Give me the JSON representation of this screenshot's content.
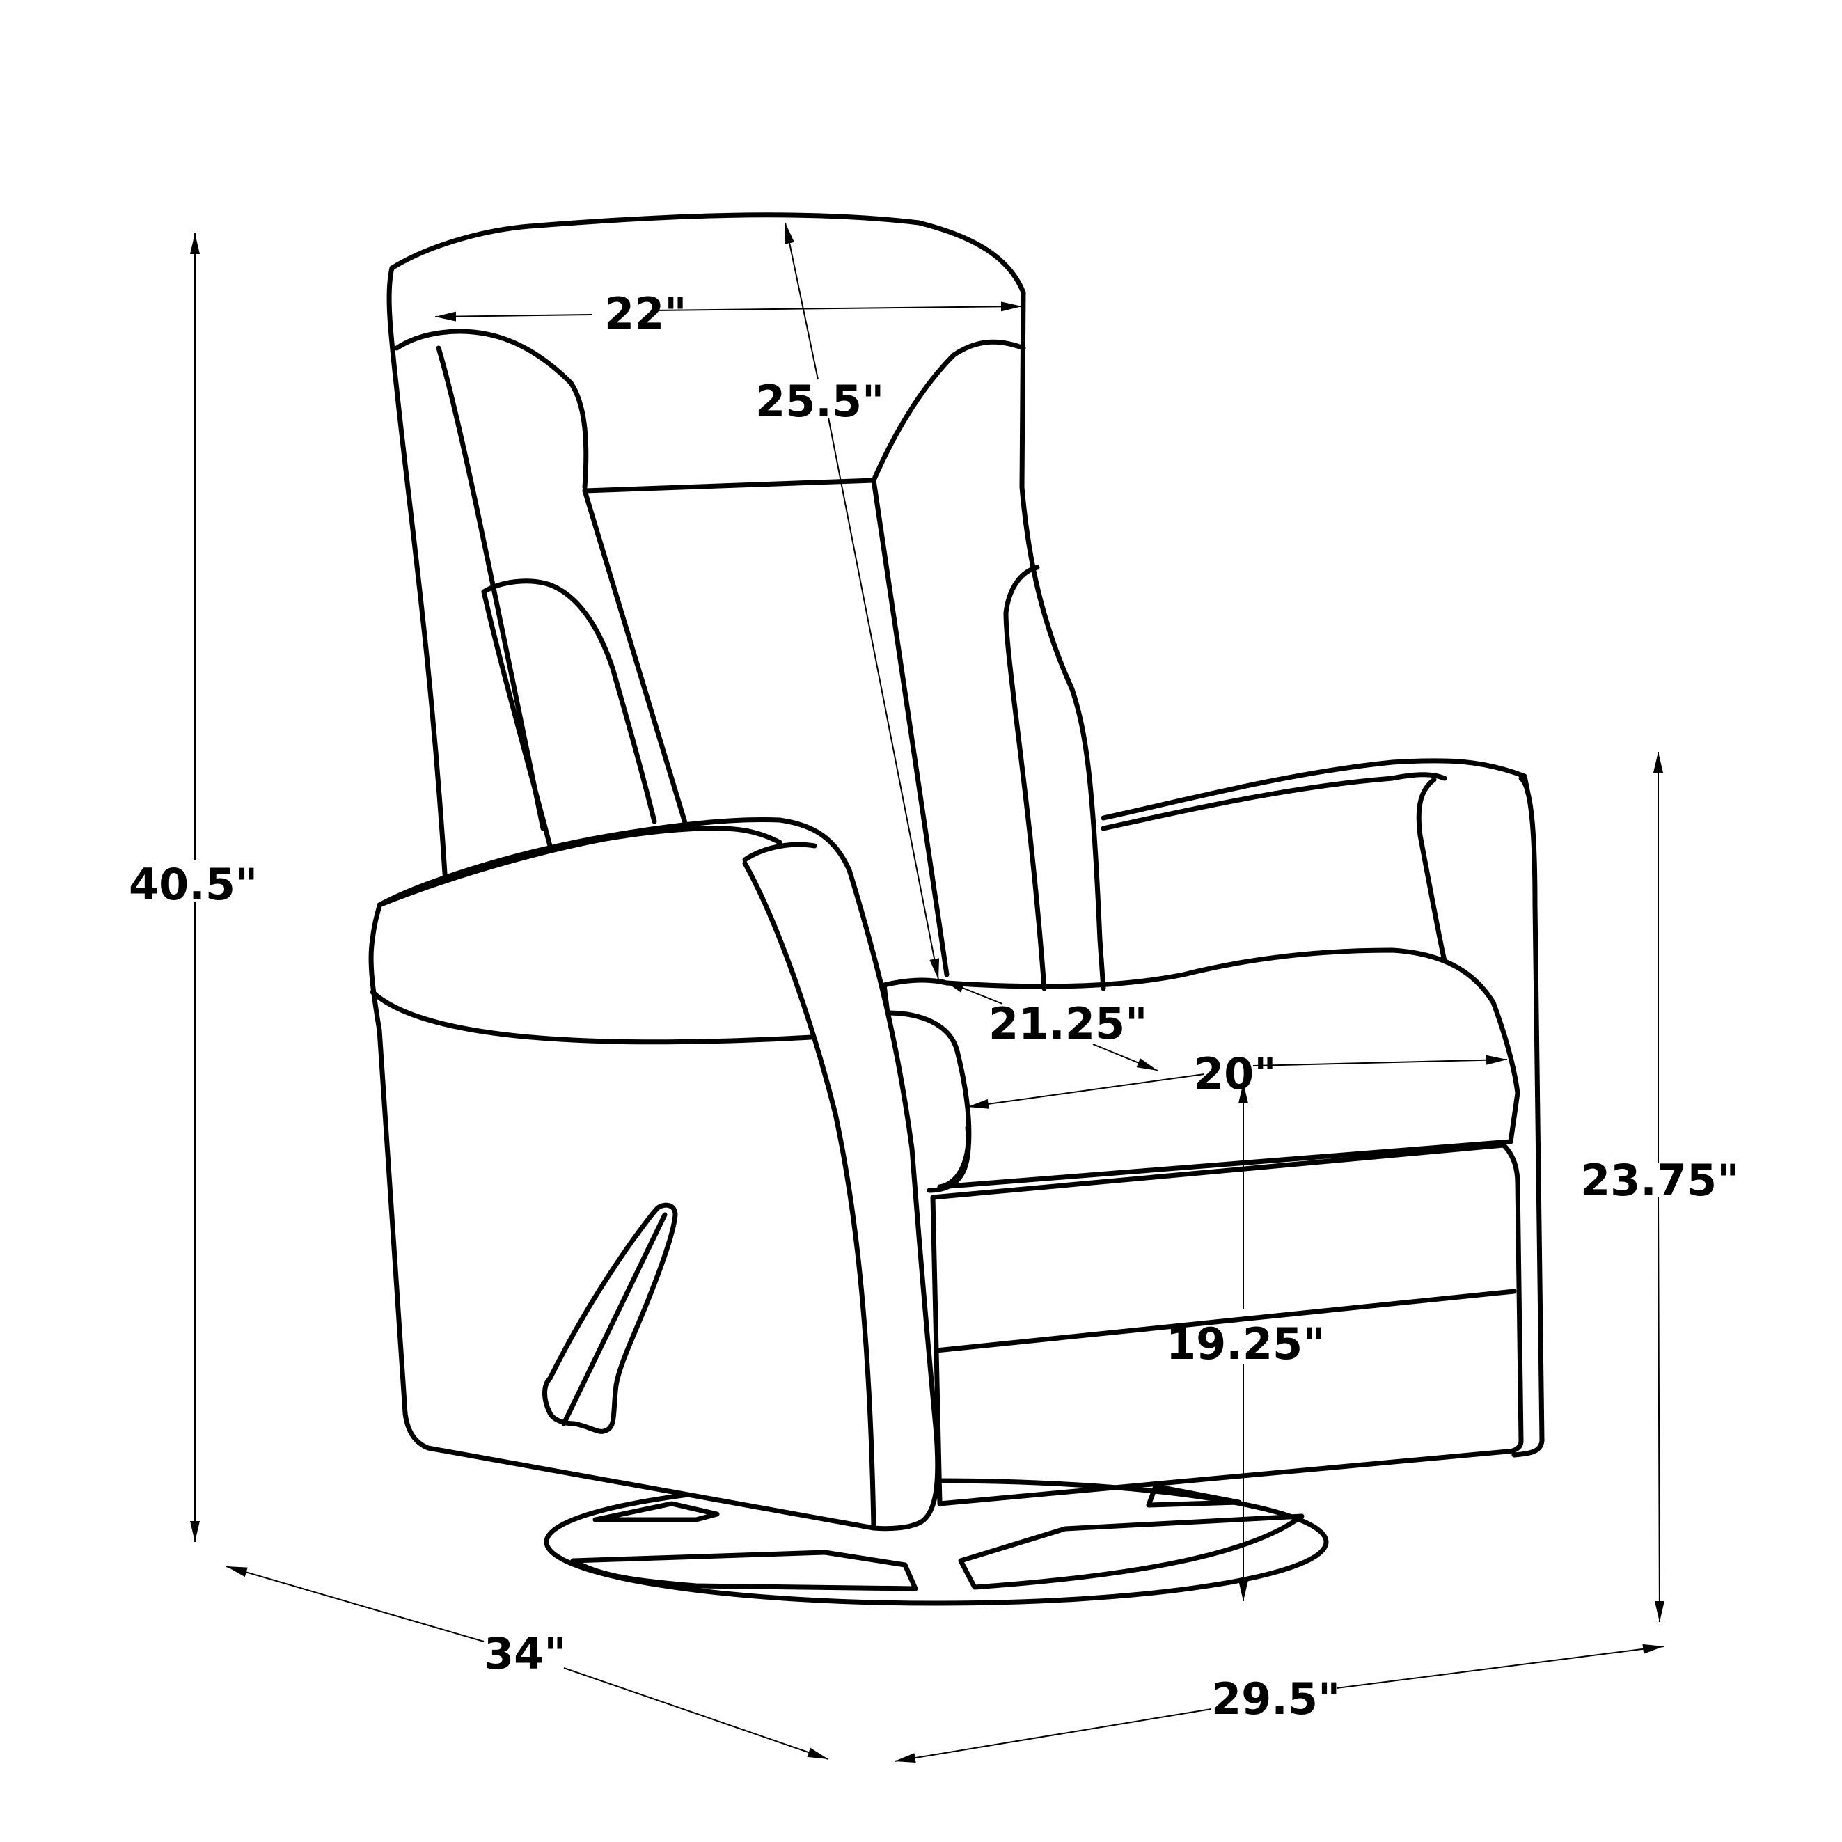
{
  "diagram": {
    "subject": "Swivel glider recliner chair",
    "style": "black line drawing on white",
    "colors": {
      "line": "#000000",
      "background": "#ffffff"
    }
  },
  "dimensions": {
    "overall_height": "40.5\"",
    "back_width": "22\"",
    "back_height": "25.5\"",
    "seat_depth": "21.25\"",
    "seat_width": "20\"",
    "seat_height": "19.25\"",
    "arm_height": "23.75\"",
    "depth": "34\"",
    "width": "29.5\""
  }
}
